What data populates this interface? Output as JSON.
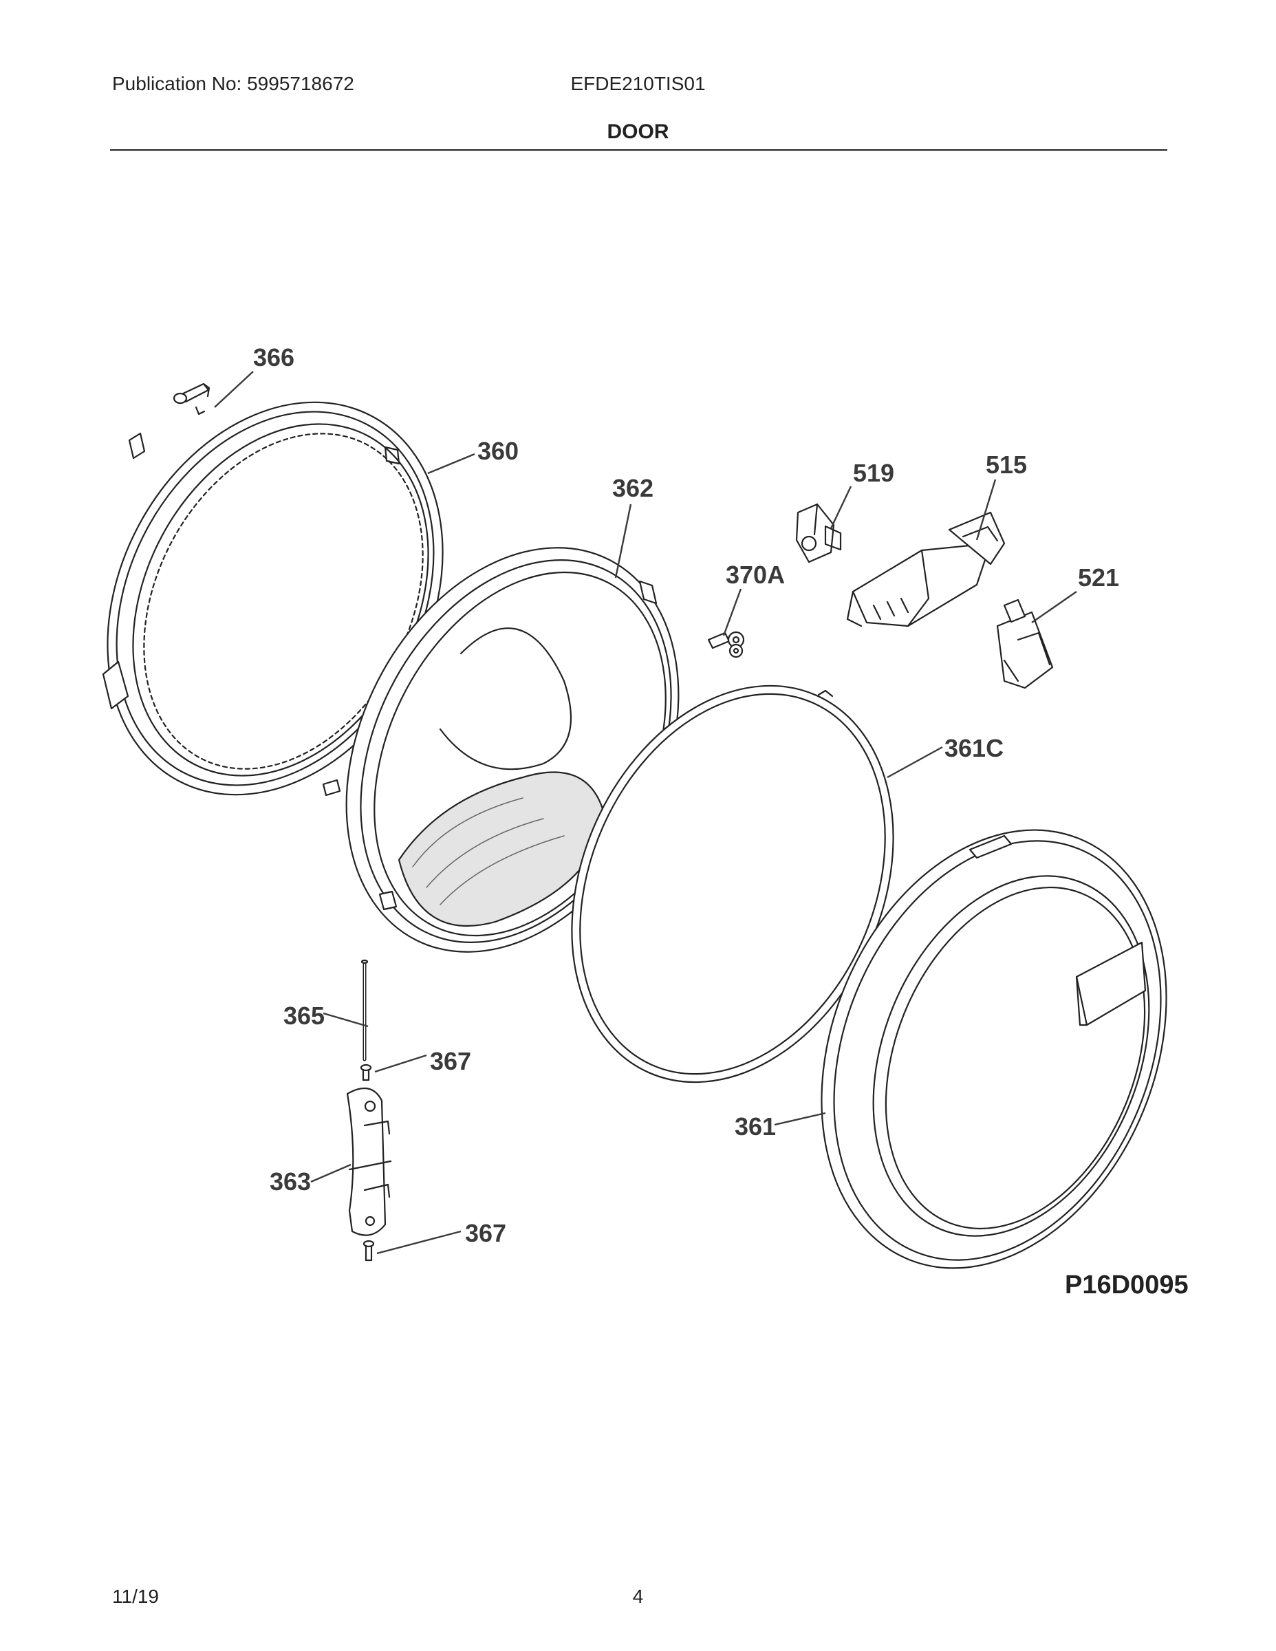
{
  "header": {
    "publication": "Publication No: 5995718672",
    "model": "EFDE210TIS01",
    "section_title": "DOOR"
  },
  "diagram": {
    "callouts": {
      "c366": "366",
      "c360": "360",
      "c362": "362",
      "c519": "519",
      "c515": "515",
      "c370A": "370A",
      "c521": "521",
      "c361C": "361C",
      "c365": "365",
      "c367a": "367",
      "c363": "363",
      "c367b": "367",
      "c361": "361"
    },
    "figure_id": "P16D0095"
  },
  "footer": {
    "date": "11/19",
    "page": "4"
  },
  "colors": {
    "line": "#222222",
    "label": "#3a3a3a",
    "part_fill": "#ffffff",
    "shade": "#dddddd"
  }
}
